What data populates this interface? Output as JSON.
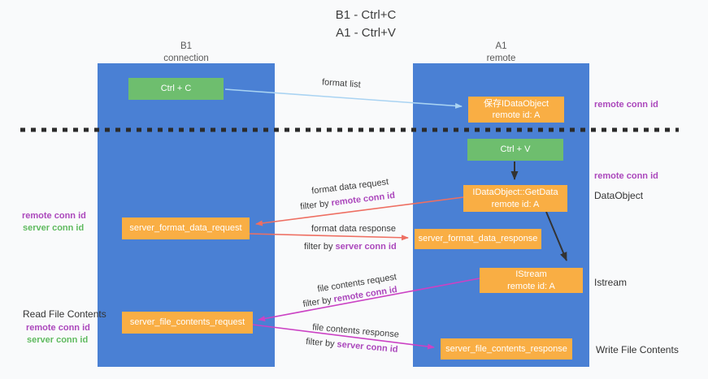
{
  "title": {
    "line1": "B1 - Ctrl+C",
    "line2": "A1 - Ctrl+V"
  },
  "columns": {
    "left": {
      "name": "B1",
      "role": "connection"
    },
    "right": {
      "name": "A1",
      "role": "remote"
    }
  },
  "boxes": {
    "ctrl_c": "Ctrl + C",
    "ctrl_v": "Ctrl + V",
    "save_dataobject_line1": "保存IDataObject",
    "save_dataobject_line2": "remote id: A",
    "getdata_line1": "IDataObject::GetData",
    "getdata_line2": "remote id: A",
    "istream_line1": "IStream",
    "istream_line2": "remote id: A",
    "server_format_data_request": "server_format_data_request",
    "server_format_data_response": "server_format_data_response",
    "server_file_contents_request": "server_file_contents_request",
    "server_file_contents_response": "server_file_contents_response"
  },
  "arrow_labels": {
    "format_list": "format list",
    "format_data_request": "format data request",
    "format_data_response": "format data response",
    "file_contents_request": "file contents request",
    "file_contents_response": "file contents response",
    "filter_by": "filter by",
    "remote_conn_id": "remote conn id",
    "server_conn_id": "server conn id"
  },
  "side_labels": {
    "right_remote_conn_id_top": "remote conn id",
    "right_remote_conn_id_mid": "remote conn id",
    "dataobject": "DataObject",
    "istream": "Istream",
    "write_file_contents": "Write File Contents",
    "left_remote_conn_id_1": "remote conn id",
    "left_server_conn_id_1": "server conn id",
    "read_file_contents": "Read File Contents",
    "left_remote_conn_id_2": "remote conn id",
    "left_server_conn_id_2": "server conn id"
  },
  "colors": {
    "column_blue": "#4a80d4",
    "box_green": "#6ebe6e",
    "box_orange": "#f9ae44",
    "purple_text": "#ab47bc",
    "green_text": "#5fba5f",
    "arrow_lightblue": "#a9d3f2",
    "arrow_red": "#ee6f62",
    "arrow_magenta": "#cb42c4",
    "arrow_black": "#333333",
    "dashed_line": "#2b2b2b"
  }
}
